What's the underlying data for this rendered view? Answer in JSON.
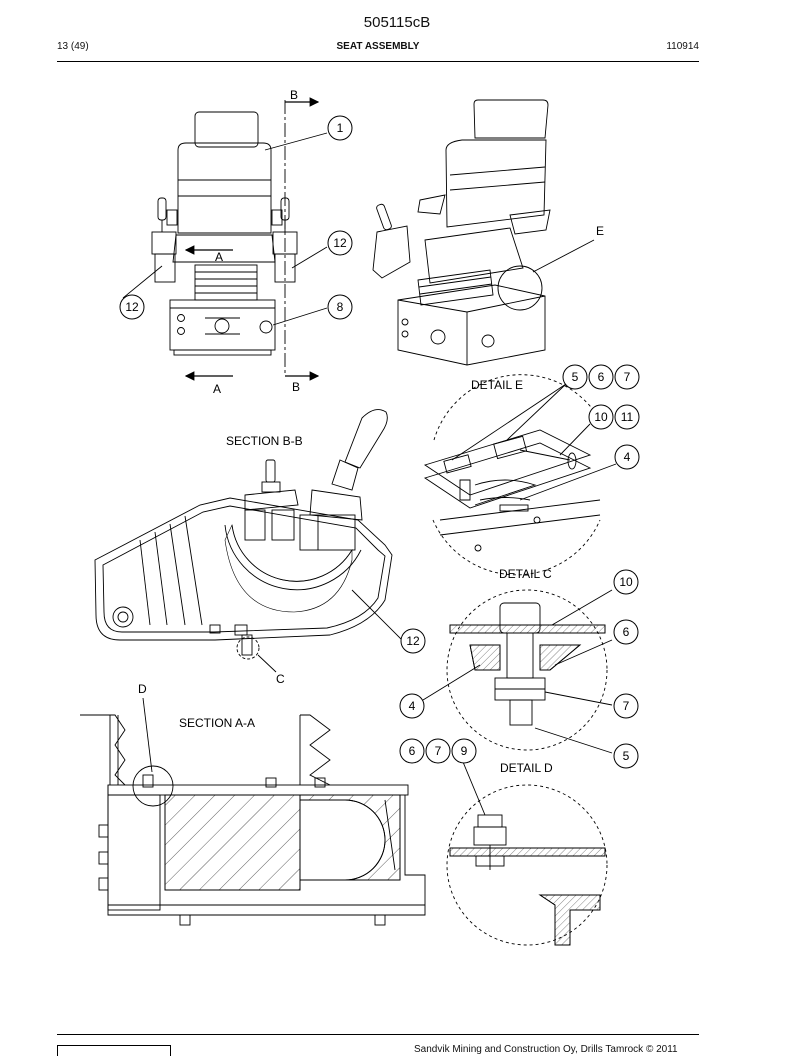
{
  "header": {
    "doc_number": "505115cB",
    "page": "13 (49)",
    "title": "SEAT ASSEMBLY",
    "date_code": "110914"
  },
  "views": {
    "detail_e": "DETAIL E",
    "section_bb": "SECTION B-B",
    "detail_c": "DETAIL C",
    "section_aa": "SECTION A-A",
    "detail_d": "DETAIL D"
  },
  "section_markers": {
    "a": "A",
    "b": "B",
    "c": "C",
    "d": "D",
    "e": "E"
  },
  "callouts": {
    "front_1": "1",
    "front_12_right": "12",
    "front_12_left": "12",
    "front_8": "8",
    "e_5": "5",
    "e_6": "6",
    "e_7": "7",
    "e_10": "10",
    "e_11": "11",
    "e_4": "4",
    "c_10": "10",
    "c_6": "6",
    "c_4": "4",
    "c_7": "7",
    "c_5": "5",
    "bb_12": "12",
    "d_6": "6",
    "d_7": "7",
    "d_9": "9"
  },
  "footer": {
    "copyright": "Sandvik Mining and Construction Oy, Drills Tamrock © 2011"
  }
}
